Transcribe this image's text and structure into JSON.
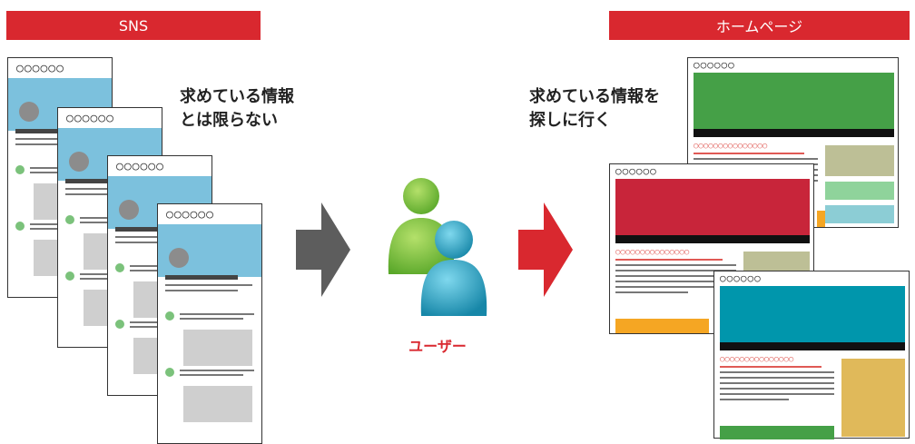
{
  "sns_banner": "SNS",
  "hp_banner": "ホームページ",
  "sns_caption": [
    "求めている情報",
    "とは限らない"
  ],
  "hp_caption": [
    "求めている情報を",
    "探しに行く"
  ],
  "user_label": "ユーザー",
  "dots_text": "○○○○○○",
  "red_dots_text": "○○○○○○○○○○○○○○○",
  "colors": {
    "brand_red": "#d9282f",
    "sns_header_blue": "#7cc1dd",
    "hp_green": "#45a047",
    "hp_crimson": "#c8253a",
    "hp_teal": "#0096ac",
    "accent_orange": "#f5a623",
    "accent_khaki": "#bdbf96",
    "accent_mint": "#8fd39b",
    "accent_sky": "#8ccdd5",
    "accent_gold": "#e0b95a",
    "arrow_gray": "#5d5d5d",
    "user_green": "#7fc63a",
    "user_blue": "#2aa8c6"
  },
  "icons": [
    "arrow-right-gray",
    "arrow-right-red",
    "users-icon"
  ]
}
